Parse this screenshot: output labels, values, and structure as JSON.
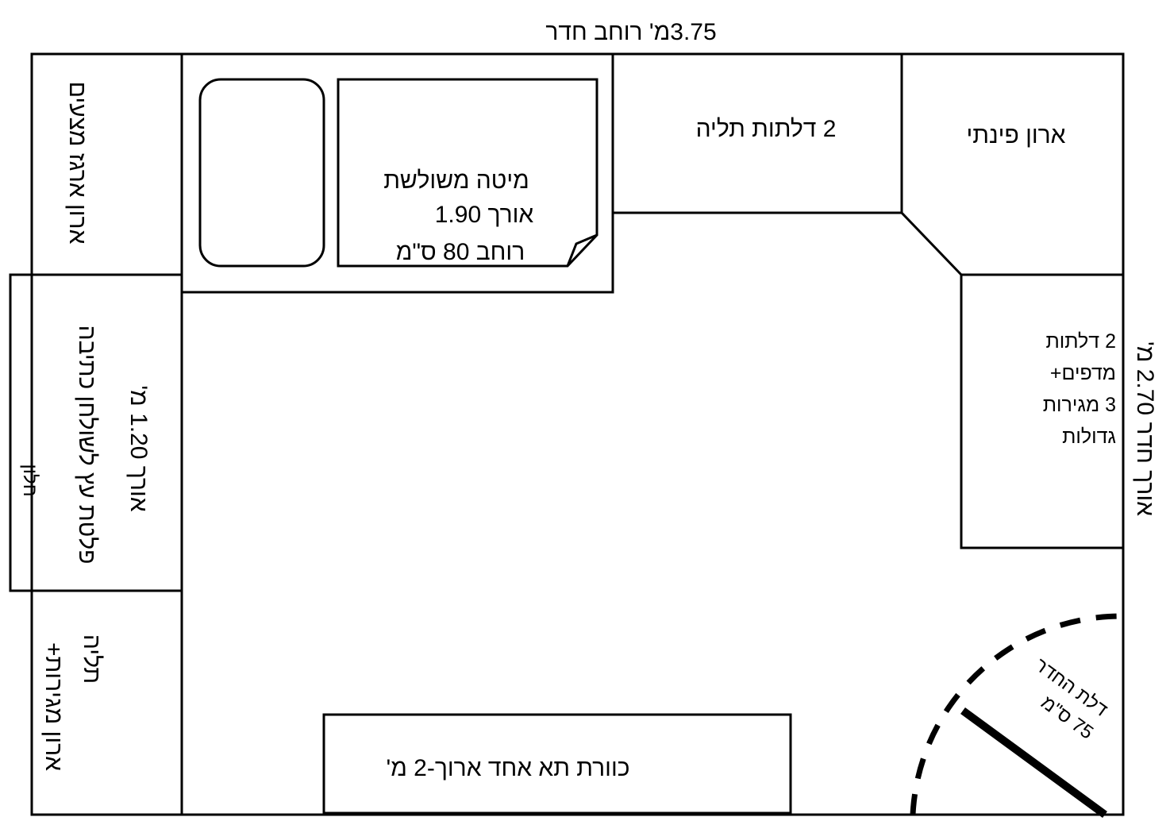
{
  "room": {
    "width_label": "3.75מ' רוחב חדר",
    "length_label": "אורך חדר 2.70 מ'"
  },
  "furniture": {
    "bedding_cabinet": "ארון ארגז מצעים",
    "desk_board": "פלטת עץ לשולחן כתיבה",
    "desk_length": "אורך 1.20 מ'",
    "window": "חלון",
    "drawers_cabinet": [
      "ארון מגירות+",
      "תליה"
    ],
    "bed": [
      "מיטה משולשת",
      "אורך 1.90",
      "רוחב 80 ס\"מ"
    ],
    "hanging_wardrobe": "2 דלתות תליה",
    "corner_wardrobe": "ארון פינתי",
    "right_cabinet": [
      "2 דלתות",
      "מדפים+",
      "3 מגירות",
      "גדולות"
    ],
    "bookshelf": "כוורת תא אחד ארוך-2 מ'",
    "door": [
      "דלת החדר",
      "75 ס\"מ"
    ]
  },
  "colors": {
    "line": "#000000",
    "background": "#ffffff"
  }
}
